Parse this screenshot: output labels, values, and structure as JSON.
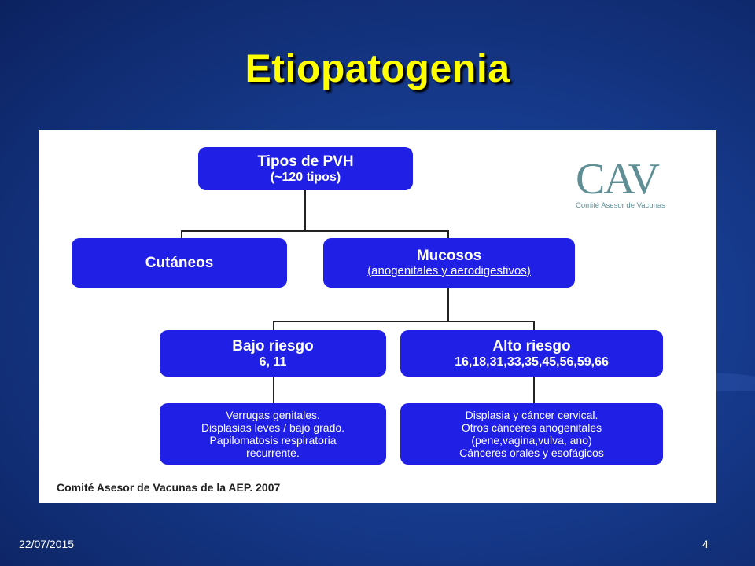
{
  "slide": {
    "title": "Etiopatogenia",
    "date": "22/07/2015",
    "page_number": "4"
  },
  "logo": {
    "mark": "CAV",
    "subtitle": "Comité Asesor de Vacunas"
  },
  "diagram": {
    "root": {
      "title": "Tipos de PVH",
      "subtitle": "(~120 tipos)"
    },
    "cutaneos": {
      "title": "Cutáneos"
    },
    "mucosos": {
      "title": "Mucosos",
      "subtitle": "(anogenitales y aerodigestivos)"
    },
    "bajo_riesgo": {
      "title": "Bajo riesgo",
      "subtitle": "6, 11"
    },
    "alto_riesgo": {
      "title": "Alto riesgo",
      "subtitle": "16,18,31,33,35,45,56,59,66"
    },
    "bajo_detalle": {
      "lines": [
        "Verrugas genitales.",
        "Displasias leves / bajo grado.",
        "Papilomatosis respiratoria",
        "recurrente."
      ]
    },
    "alto_detalle": {
      "lines": [
        "Displasia y cáncer cervical.",
        "Otros cánceres anogenitales",
        "(pene,vagina,vulva, ano)",
        "Cánceres orales y esofágicos"
      ]
    },
    "source": "Comité Asesor de Vacunas de la AEP. 2007"
  },
  "colors": {
    "box": "#1f1fe6",
    "title": "#ffff00",
    "background": "#163a8c",
    "logo": "#5f8f95"
  }
}
